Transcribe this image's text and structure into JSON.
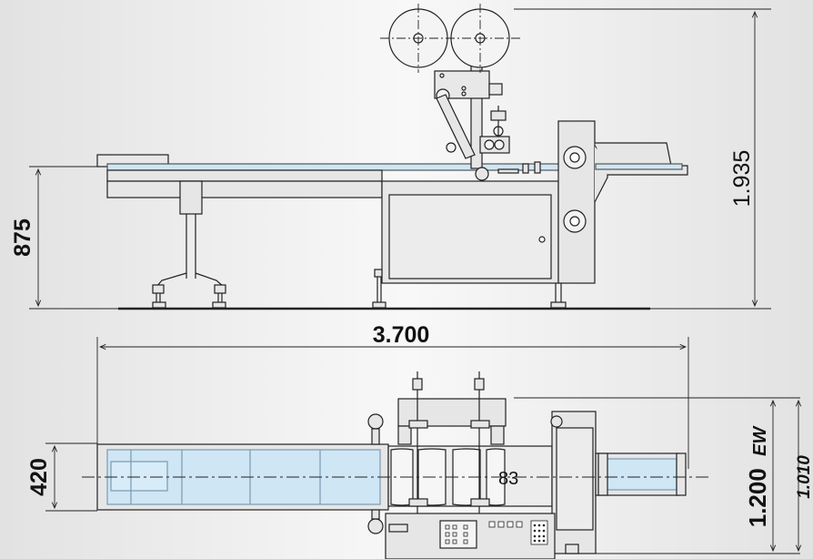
{
  "dimensions": {
    "overall_length": "3.700",
    "overall_height": "1.935",
    "infeed_height": "875",
    "film_width": "420",
    "overall_width": "1.200",
    "overall_width_suffix": "EW",
    "inner_width": "1.010"
  },
  "colors": {
    "line": "#222222",
    "conveyor_fill": "#cfe6f5",
    "conveyor_stroke": "#7a9ab0",
    "machine_fill": "#e6e6e6"
  }
}
